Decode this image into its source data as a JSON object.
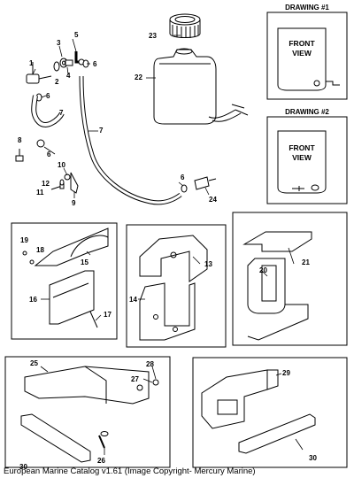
{
  "drawings": {
    "d1": {
      "title": "DRAWING #1",
      "front_line1": "FRONT",
      "front_line2": "VIEW"
    },
    "d2": {
      "title": "DRAWING #2",
      "front_line1": "FRONT",
      "front_line2": "VIEW"
    }
  },
  "callouts": {
    "c1": "1",
    "c2": "2",
    "c3": "3",
    "c4": "4",
    "c5": "5",
    "c6a": "6",
    "c6b": "6",
    "c6c": "6",
    "c6d": "6",
    "c7a": "7",
    "c7b": "7",
    "c8": "8",
    "c9": "9",
    "c10": "10",
    "c11": "11",
    "c12": "12",
    "c13": "13",
    "c14": "14",
    "c15": "15",
    "c16": "16",
    "c17": "17",
    "c18": "18",
    "c19": "19",
    "c20": "20",
    "c21": "21",
    "c22": "22",
    "c23": "23",
    "c24": "24",
    "c25": "25",
    "c26": "26",
    "c27": "27",
    "c28": "28",
    "c29": "29",
    "c30a": "30",
    "c30b": "30"
  },
  "caption": "European Marine Catalog v1.61 (Image Copyright- Mercury Marine)"
}
